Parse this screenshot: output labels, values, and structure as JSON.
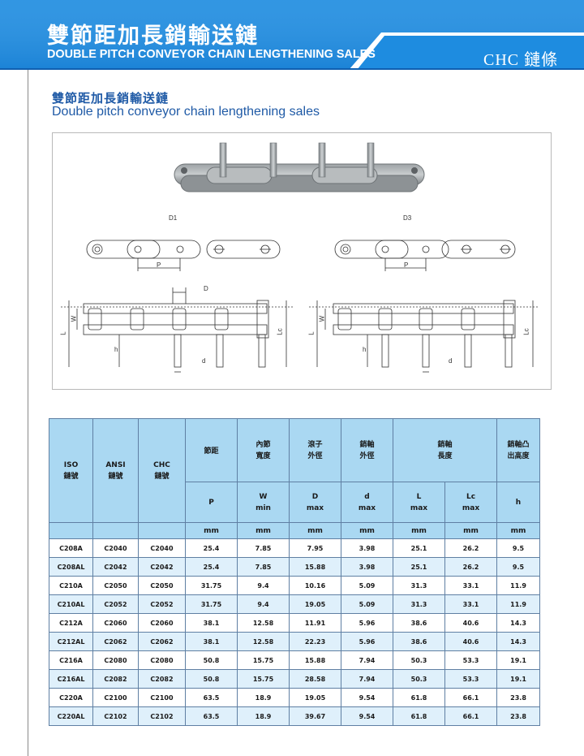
{
  "header": {
    "title_cn": "雙節距加長銷輸送鏈",
    "title_en": "DOUBLE PITCH CONVEYOR CHAIN LENGTHENING SALES",
    "tag": "CHC 鏈條",
    "colors": {
      "banner": "#1e8ce0",
      "banner_dark": "#0f5fb0",
      "accent": "#1f5aa6"
    }
  },
  "section": {
    "title_cn": "雙節距加長銷輸送鏈",
    "title_en": "Double pitch conveyor chain lengthening sales"
  },
  "drawing": {
    "labels": {
      "d1": "D1",
      "d3": "D3",
      "p_left": "P",
      "p_right": "P",
      "d_top": "D",
      "w_left": "W",
      "l_left": "L",
      "h_left": "h",
      "lc_left": "Lc",
      "dd_left": "d",
      "w_right": "W",
      "l_right": "L",
      "h_right": "h",
      "lc_right": "Lc",
      "dd_right": "d"
    }
  },
  "table": {
    "headers": {
      "iso": "ISO",
      "iso_sub": "鏈號",
      "ansi": "ANSI",
      "ansi_sub": "鏈號",
      "chc": "CHC",
      "chc_sub": "鏈號",
      "pitch": "節距",
      "inner_a": "內節",
      "inner_b": "寬度",
      "roller_a": "滾子",
      "roller_b": "外徑",
      "pin_a": "銷軸",
      "pin_b": "外徑",
      "len_a": "銷軸",
      "len_b": "長度",
      "proj_a": "銷軸凸",
      "proj_b": "出高度"
    },
    "symbols": {
      "p": "P",
      "w": "W",
      "w_sub": "min",
      "d": "D",
      "d_sub": "max",
      "dd": "d",
      "dd_sub": "max",
      "l": "L",
      "l_sub": "max",
      "lc": "Lc",
      "lc_sub": "max",
      "h": "h"
    },
    "units": [
      "mm",
      "mm",
      "mm",
      "mm",
      "mm",
      "mm",
      "mm"
    ],
    "rows": [
      [
        "C208A",
        "C2040",
        "C2040",
        "25.4",
        "7.85",
        "7.95",
        "3.98",
        "25.1",
        "26.2",
        "9.5"
      ],
      [
        "C208AL",
        "C2042",
        "C2042",
        "25.4",
        "7.85",
        "15.88",
        "3.98",
        "25.1",
        "26.2",
        "9.5"
      ],
      [
        "C210A",
        "C2050",
        "C2050",
        "31.75",
        "9.4",
        "10.16",
        "5.09",
        "31.3",
        "33.1",
        "11.9"
      ],
      [
        "C210AL",
        "C2052",
        "C2052",
        "31.75",
        "9.4",
        "19.05",
        "5.09",
        "31.3",
        "33.1",
        "11.9"
      ],
      [
        "C212A",
        "C2060",
        "C2060",
        "38.1",
        "12.58",
        "11.91",
        "5.96",
        "38.6",
        "40.6",
        "14.3"
      ],
      [
        "C212AL",
        "C2062",
        "C2062",
        "38.1",
        "12.58",
        "22.23",
        "5.96",
        "38.6",
        "40.6",
        "14.3"
      ],
      [
        "C216A",
        "C2080",
        "C2080",
        "50.8",
        "15.75",
        "15.88",
        "7.94",
        "50.3",
        "53.3",
        "19.1"
      ],
      [
        "C216AL",
        "C2082",
        "C2082",
        "50.8",
        "15.75",
        "28.58",
        "7.94",
        "50.3",
        "53.3",
        "19.1"
      ],
      [
        "C220A",
        "C2100",
        "C2100",
        "63.5",
        "18.9",
        "19.05",
        "9.54",
        "61.8",
        "66.1",
        "23.8"
      ],
      [
        "C220AL",
        "C2102",
        "C2102",
        "63.5",
        "18.9",
        "39.67",
        "9.54",
        "61.8",
        "66.1",
        "23.8"
      ]
    ]
  }
}
